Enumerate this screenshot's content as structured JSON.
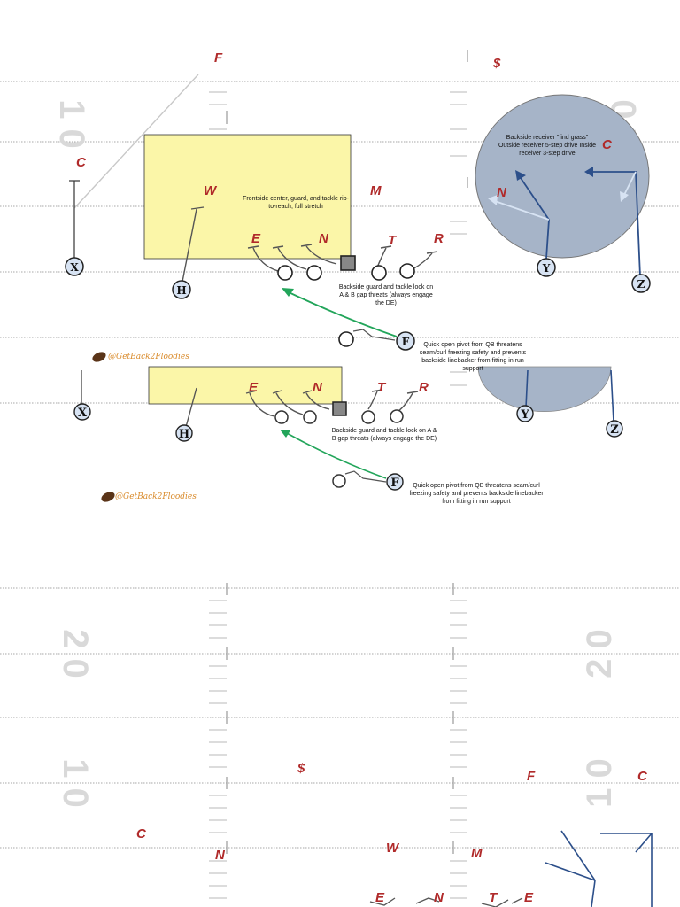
{
  "yard_numbers": {
    "top_left": "1 0",
    "top_right": "1 0",
    "lower_left_20": "2 0",
    "lower_right_20": "2 0",
    "lower_left_10": "1 0",
    "lower_right_10": "1 0"
  },
  "diagram_1": {
    "defense": {
      "free_safety": "F",
      "strong_safety": "$",
      "corner_left": "C",
      "corner_right": "C",
      "will": "W",
      "mike": "M",
      "end_left": "E",
      "nose_left": "N",
      "tackle": "T",
      "rush": "R",
      "nickel": "N"
    },
    "offense": {
      "x": "X",
      "h": "H",
      "f": "F",
      "y": "Y",
      "z": "Z"
    },
    "notes": {
      "frontside": "Frontside center, guard, and tackle rip-to-reach, full stretch",
      "backside_receiver": "Backside receiver \"find grass\" Outside receiver 5-step drive Inside receiver 3-step drive",
      "backside_guard": "Backside guard and tackle lock on A & B gap threats (always engage the DE)",
      "quick_pivot": "Quick open pivot from QB threatens seam/curl freezing safety and prevents backside linebacker from fitting in run support"
    },
    "brand": "@GetBack2Floodies"
  },
  "diagram_2": {
    "defense": {
      "end": "E",
      "nose": "N",
      "tackle": "T",
      "rush": "R"
    },
    "offense": {
      "x": "X",
      "h": "H",
      "f": "F",
      "y": "Y",
      "z": "Z"
    },
    "notes": {
      "backside_guard": "Backside guard and tackle lock on A & B gap threats (always engage the DE)",
      "quick_pivot": "Quick open pivot from QB threatens seam/curl freezing safety and prevents backside linebacker from fitting in run support"
    },
    "brand": "@GetBack2Floodies"
  },
  "diagram_3": {
    "defense": {
      "strong_safety": "$",
      "free_safety": "F",
      "corner_right": "C",
      "corner_left": "C",
      "nickel": "N",
      "will": "W",
      "mike": "M",
      "end_left": "E",
      "nose": "N",
      "tackle": "T",
      "end_right": "E"
    }
  },
  "colors": {
    "yellow_zone": "#fbf6a8",
    "blue_zone": "#a6b4c8",
    "defense_red": "#b02a2a",
    "route_blue": "#2c4f8a",
    "motion_green": "#22a55a",
    "offense_fill": "#d7e3f3"
  }
}
